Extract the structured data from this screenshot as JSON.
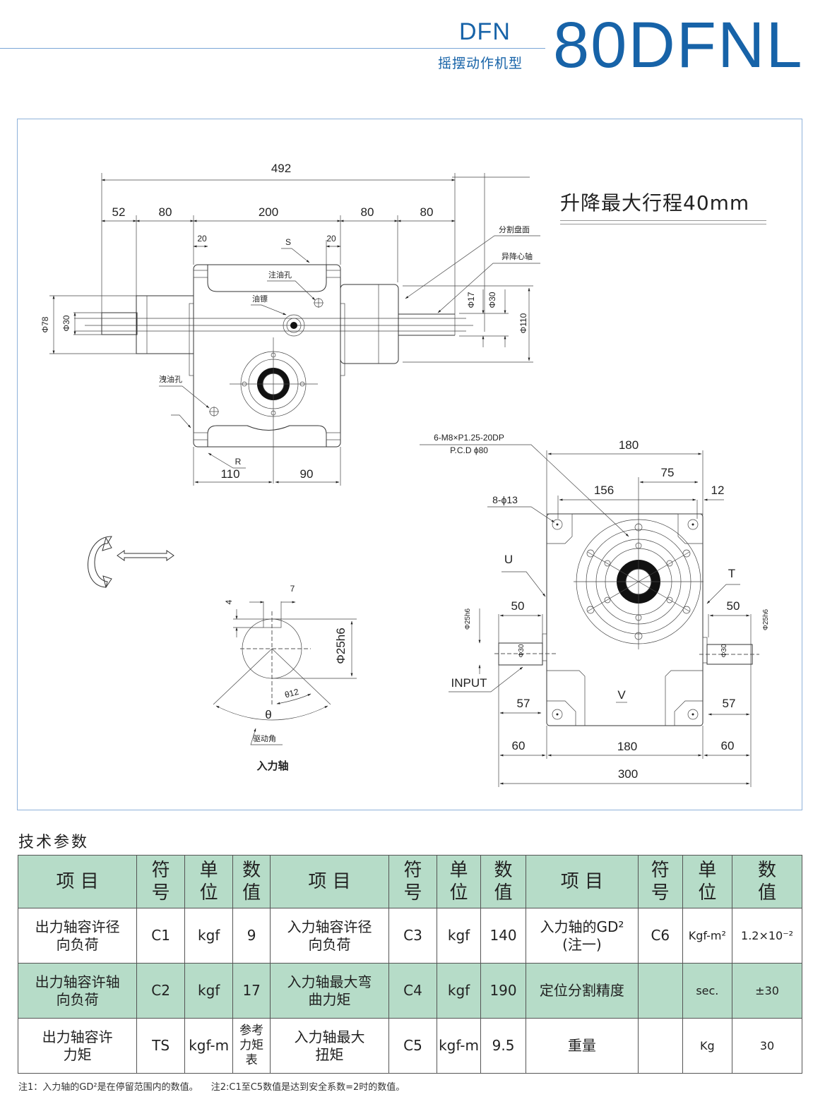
{
  "header": {
    "series": "DFN",
    "series_subtitle": "摇摆动作机型",
    "model": "80DFNL"
  },
  "drawing": {
    "travel_note": "升降最大行程40mm",
    "side_view": {
      "dims": {
        "overall": "492",
        "d52": "52",
        "d80a": "80",
        "d200": "200",
        "d80b": "80",
        "d80c": "80",
        "d20a": "20",
        "d20b": "20",
        "d110": "110",
        "d90": "90",
        "phi78": "Φ78",
        "phi30": "Φ30",
        "phi17": "Φ17",
        "phi30b": "Φ30",
        "phi110": "Φ110"
      },
      "labels": {
        "s": "S",
        "r": "R",
        "oil_fill": "注油孔",
        "oil_gauge": "油镖",
        "oil_drain": "洩油孔",
        "index_face": "分割盘面",
        "lift_shaft": "异降心轴"
      }
    },
    "front_view": {
      "dims": {
        "d180_top": "180",
        "d75": "75",
        "d156": "156",
        "d12": "12",
        "d50_left": "50",
        "d50_right": "50",
        "d57_left": "57",
        "d57_right": "57",
        "d60_left": "60",
        "d180_bottom": "180",
        "d60_right": "60",
        "d300": "300",
        "phi25h6_left": "Φ25h6",
        "phi25h6_right": "Φ25h6",
        "phi30_left": "Φ30",
        "phi30_right": "Φ30"
      },
      "labels": {
        "thread_line1": "6-M8×P1.25-20DP",
        "thread_line2": "P.C.D  ϕ80",
        "holes": "8-ϕ13",
        "u": "U",
        "t": "T",
        "v": "V",
        "input": "INPUT"
      }
    },
    "input_shaft": {
      "title": "入力轴",
      "key_width": "7",
      "key_depth": "4",
      "diameter": "Φ25h6",
      "half_angle": "θ12",
      "angle": "θ",
      "drive_angle": "驱动角"
    }
  },
  "specs": {
    "title": "技术参数",
    "headers": {
      "item": "项 目",
      "symbol": "符号",
      "unit": "单位",
      "value": "数值"
    },
    "rows": [
      [
        {
          "item": "出力轴容许径向负荷",
          "symbol": "C1",
          "unit": "kgf",
          "value": "9"
        },
        {
          "item": "入力轴容许径向负荷",
          "symbol": "C3",
          "unit": "kgf",
          "value": "140"
        },
        {
          "item": "入力轴的GD²(注一)",
          "symbol": "C6",
          "unit": "Kgf-m²",
          "value": "1.2×10⁻²"
        }
      ],
      [
        {
          "item": "出力轴容许轴向负荷",
          "symbol": "C2",
          "unit": "kgf",
          "value": "17"
        },
        {
          "item": "入力轴最大弯曲力矩",
          "symbol": "C4",
          "unit": "kgf",
          "value": "190"
        },
        {
          "item": "定位分割精度",
          "symbol": "",
          "unit": "sec.",
          "value": "±30"
        }
      ],
      [
        {
          "item": "出力轴容许力矩",
          "symbol": "TS",
          "unit": "kgf-m",
          "value": "参考力矩表"
        },
        {
          "item": "入力轴最大扭矩",
          "symbol": "C5",
          "unit": "kgf-m",
          "value": "9.5"
        },
        {
          "item": "重量",
          "symbol": "",
          "unit": "Kg",
          "value": "30"
        }
      ]
    ],
    "row_item_lines": [
      [
        [
          "出力轴容许径",
          "向负荷"
        ],
        [
          "入力轴容许径",
          "向负荷"
        ],
        [
          "入力轴的GD²",
          "(注一)"
        ]
      ],
      [
        [
          "出力轴容许轴",
          "向负荷"
        ],
        [
          "入力轴最大弯",
          "曲力矩"
        ],
        [
          "定位分割精度"
        ]
      ],
      [
        [
          "出力轴容许",
          "力矩"
        ],
        [
          "入力轴最大",
          "扭矩"
        ],
        [
          "重量"
        ]
      ]
    ]
  },
  "notes": {
    "note1": "注1：入力轴的GD²是在停留范围内的数值。",
    "note2": "注2:C1至C5数值是达到安全系数=2时的数值。"
  },
  "colors": {
    "brand": "#1763a8",
    "table_header": "#b6dcc8",
    "frame": "#8fb2da"
  }
}
